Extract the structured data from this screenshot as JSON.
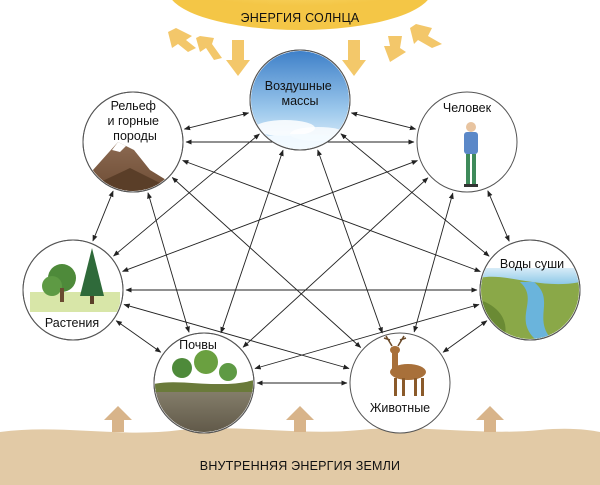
{
  "sun_label": "ЭНЕРГИЯ СОЛНЦА",
  "earth_label": "ВНУТРЕННЯЯ ЭНЕРГИЯ ЗЕМЛИ",
  "nodes": {
    "air": {
      "lines": [
        "Воздушные",
        "массы"
      ]
    },
    "relief": {
      "lines": [
        "Рельеф",
        "и горные",
        "породы"
      ]
    },
    "human": {
      "lines": [
        "Человек"
      ]
    },
    "plants": {
      "lines": [
        "Растения"
      ]
    },
    "water": {
      "lines": [
        "Воды суши"
      ]
    },
    "soils": {
      "lines": [
        "Почвы"
      ]
    },
    "animals": {
      "lines": [
        "Животные"
      ]
    }
  },
  "connections": [
    [
      "air",
      "relief"
    ],
    [
      "air",
      "human"
    ],
    [
      "air",
      "plants"
    ],
    [
      "air",
      "water"
    ],
    [
      "air",
      "soils"
    ],
    [
      "air",
      "animals"
    ],
    [
      "relief",
      "human"
    ],
    [
      "relief",
      "plants"
    ],
    [
      "relief",
      "water"
    ],
    [
      "relief",
      "soils"
    ],
    [
      "relief",
      "animals"
    ],
    [
      "human",
      "plants"
    ],
    [
      "human",
      "water"
    ],
    [
      "human",
      "soils"
    ],
    [
      "human",
      "animals"
    ],
    [
      "plants",
      "water"
    ],
    [
      "plants",
      "soils"
    ],
    [
      "plants",
      "animals"
    ],
    [
      "water",
      "soils"
    ],
    [
      "water",
      "animals"
    ],
    [
      "soils",
      "animals"
    ]
  ],
  "colors": {
    "sun": "#f8d24a",
    "sun_rays": "#f2c25a",
    "earth": "#e2caa6",
    "earth_arrows": "#d8b48a",
    "node_border": "#555555",
    "arrow": "#222222"
  }
}
